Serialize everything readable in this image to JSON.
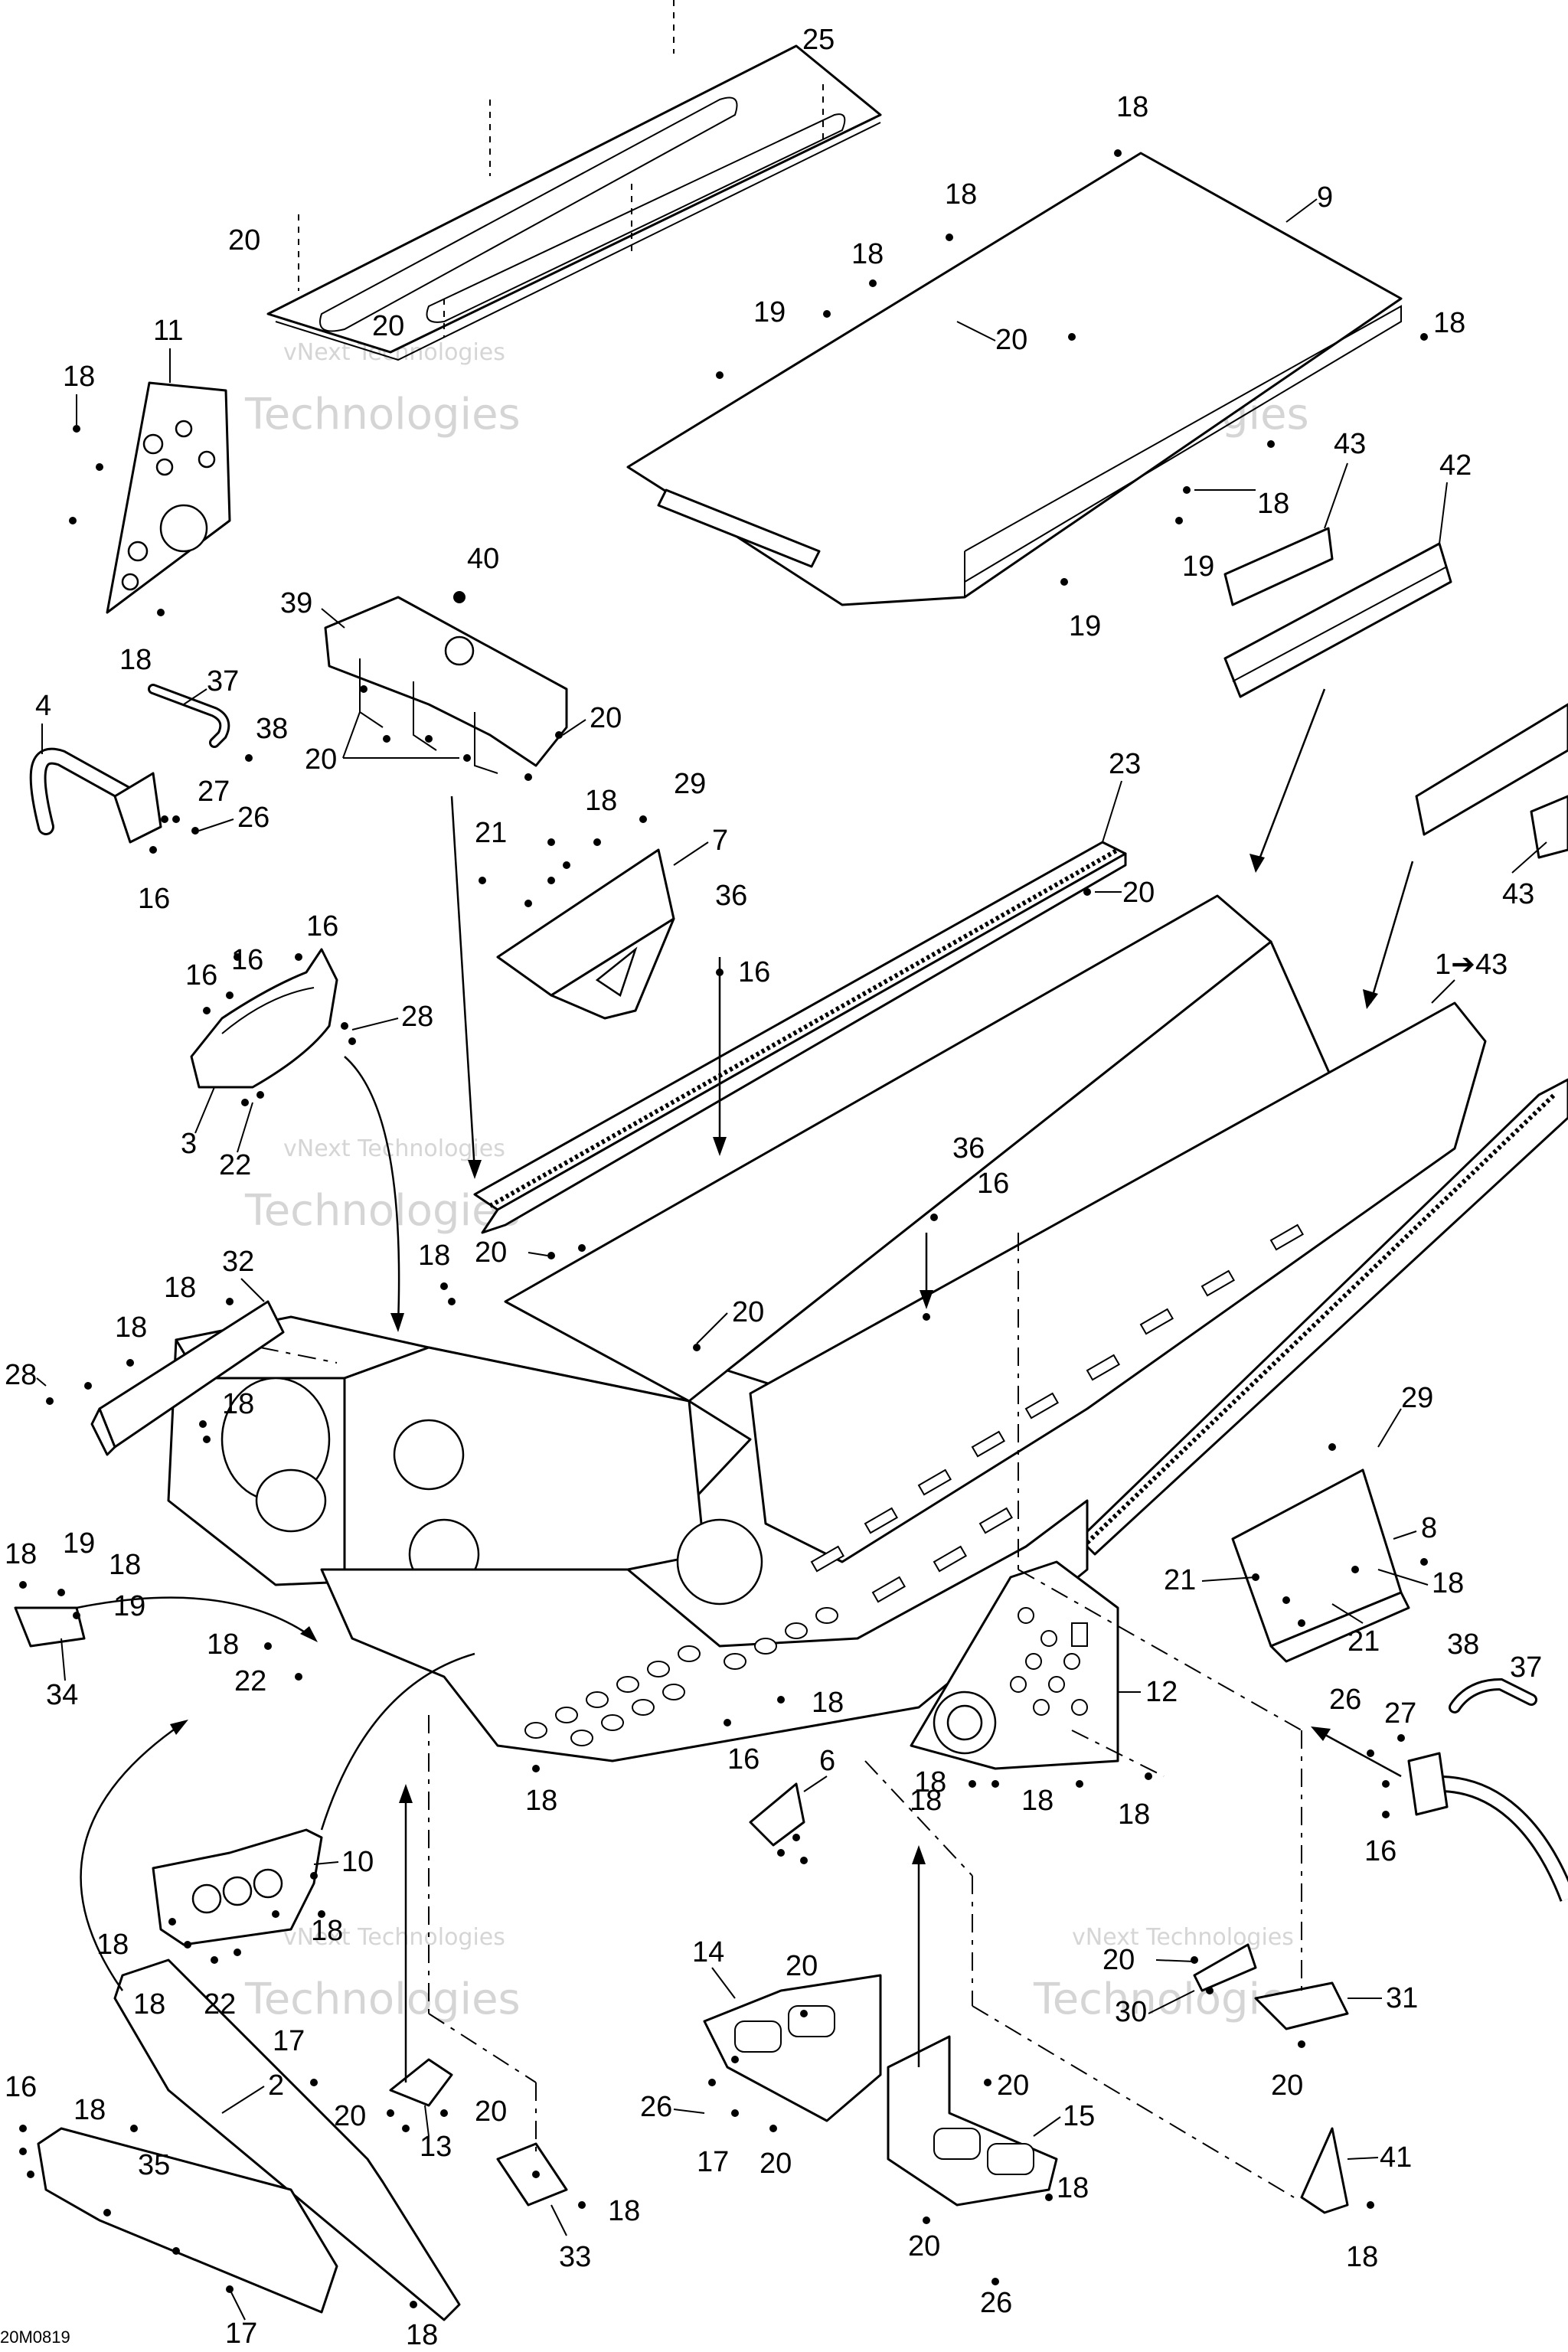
{
  "drawing": {
    "code": "20M0819",
    "watermark_line1": "vNext Technologies",
    "watermark_line2": "Technologies"
  },
  "callouts": {
    "c1": "25",
    "c2": "18",
    "c3": "9",
    "c4": "18",
    "c5": "18",
    "c6": "19",
    "c7": "20",
    "c8": "20",
    "c9": "18",
    "c10": "20",
    "c11": "11",
    "c12": "18",
    "c13": "18",
    "c14": "43",
    "c15": "42",
    "c16": "18",
    "c17": "19",
    "c18": "19",
    "c19": "40",
    "c20": "39",
    "c21": "4",
    "c22": "37",
    "c23": "38",
    "c24": "27",
    "c25": "26",
    "c26": "16",
    "c27": "20",
    "c28": "20",
    "c29": "23",
    "c30": "18",
    "c31": "29",
    "c32": "21",
    "c33": "7",
    "c34": "20",
    "c35": "36",
    "c36": "16",
    "c37": "43",
    "c38": "16",
    "c39": "16",
    "c40": "16",
    "c41": "28",
    "c42": "1➔43",
    "c43": "3",
    "c44": "22",
    "c45": "36",
    "c46": "16",
    "c47": "32",
    "c48": "18",
    "c49": "20",
    "c50": "18",
    "c51": "20",
    "c52": "18",
    "c53": "28",
    "c54": "18",
    "c55": "29",
    "c56": "18",
    "c57": "19",
    "c58": "18",
    "c59": "19",
    "c60": "8",
    "c61": "21",
    "c62": "18",
    "c63": "21",
    "c64": "34",
    "c65": "18",
    "c66": "22",
    "c67": "18",
    "c68": "12",
    "c69": "38",
    "c70": "37",
    "c71": "26",
    "c72": "27",
    "c73": "16",
    "c74": "6",
    "c75": "18",
    "c76": "18",
    "c77": "18",
    "c78": "18",
    "c79": "16",
    "c80": "18",
    "c81": "10",
    "c82": "18",
    "c83": "18",
    "c84": "18",
    "c85": "22",
    "c86": "14",
    "c87": "20",
    "c88": "20",
    "c89": "30",
    "c90": "31",
    "c91": "17",
    "c92": "2",
    "c93": "20",
    "c94": "20",
    "c95": "13",
    "c96": "26",
    "c97": "20",
    "c98": "15",
    "c99": "20",
    "c100": "16",
    "c101": "18",
    "c102": "35",
    "c103": "17",
    "c104": "20",
    "c105": "41",
    "c106": "18",
    "c107": "33",
    "c108": "18",
    "c109": "20",
    "c110": "18",
    "c111": "26",
    "c112": "17",
    "c113": "18"
  }
}
